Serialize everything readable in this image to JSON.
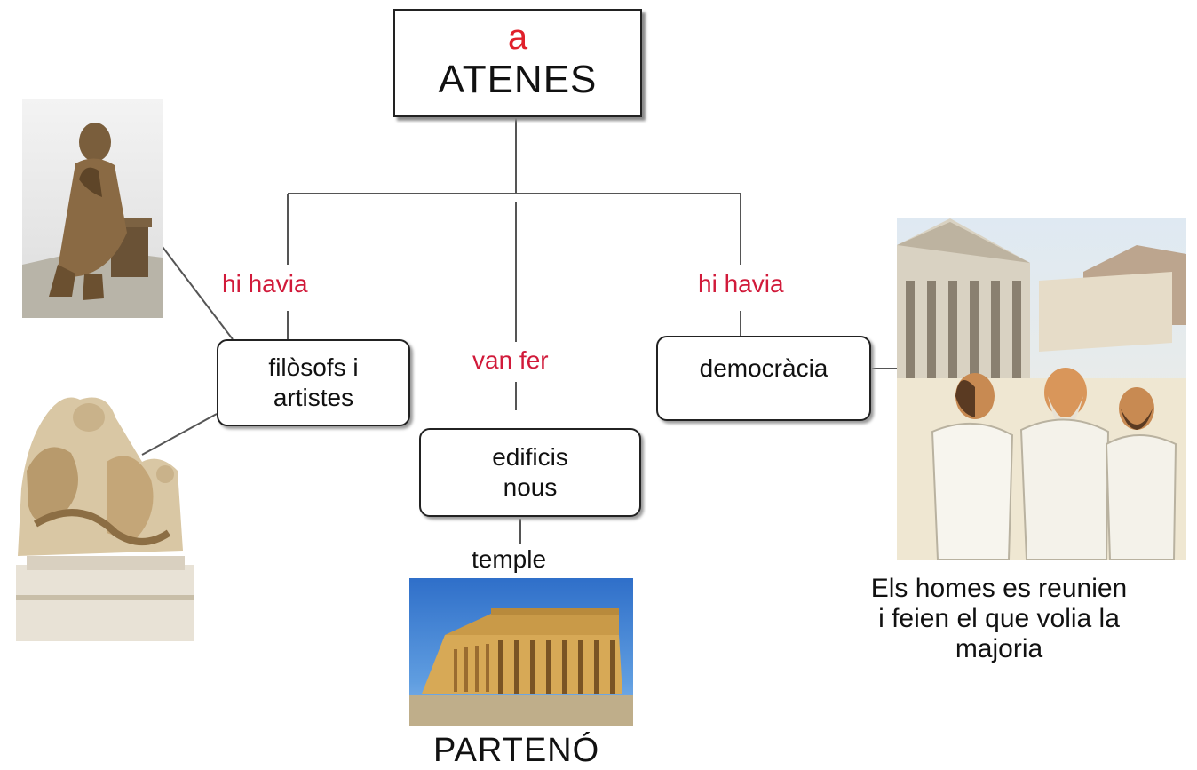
{
  "root": {
    "connector": "a",
    "label": "ATENES"
  },
  "left_relation": "hi havia",
  "middle_relation": "van fer",
  "right_relation": "hi havia",
  "node_left": {
    "line1": "filòsofs i",
    "line2": "artistes"
  },
  "node_middle": {
    "line1": "edificis",
    "line2": "nous"
  },
  "node_right": {
    "label": "democràcia"
  },
  "temple_label": "temple",
  "parthenon_caption": "PARTENÓ",
  "democracy_caption": {
    "line1": "Els homes es reunien",
    "line2": "i feien el que volia la",
    "line3": "majoria"
  },
  "colors": {
    "relation": "#d11a3a",
    "connector": "#e0202b",
    "border": "#222222"
  }
}
